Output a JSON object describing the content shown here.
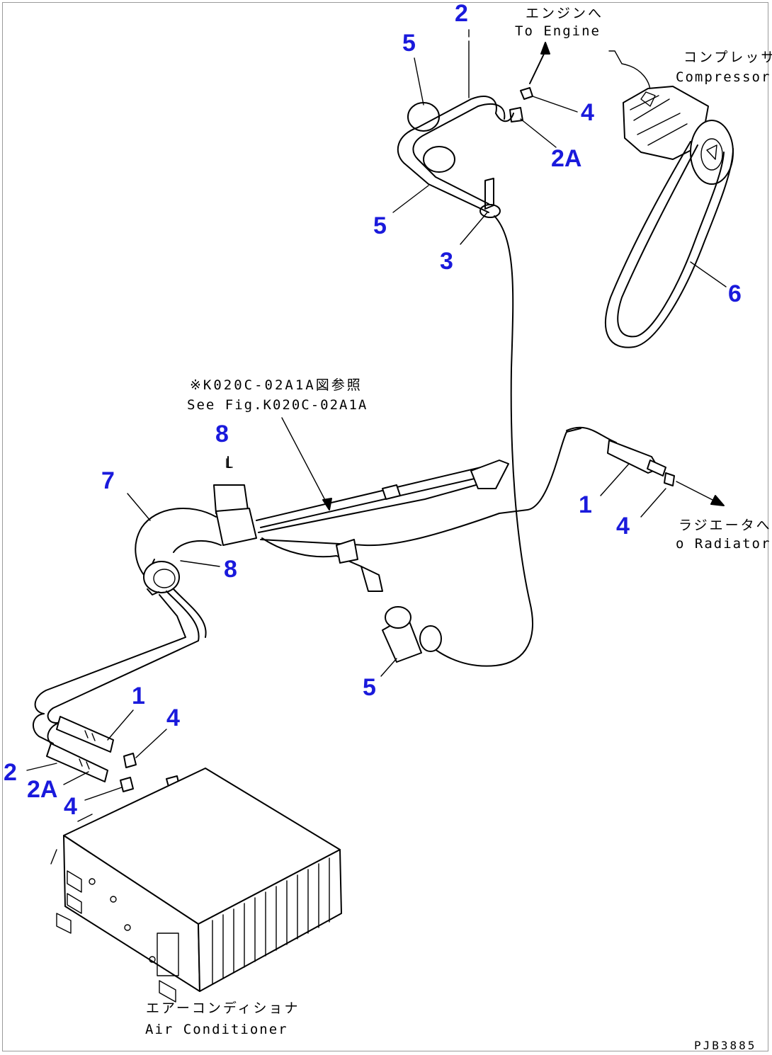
{
  "diagram": {
    "labels": {
      "engine_jp": "エンジンへ",
      "engine_en": "To Engine",
      "compressor_jp": "コンプレッサ",
      "compressor_en": "Compressor",
      "see_fig_jp": "※K020C-02A1A図参照",
      "see_fig_en": "See Fig.K020C-02A1A",
      "radiator_jp": "ラジエータへ",
      "radiator_en": "o Radiator",
      "aircon_jp": "エアーコンディショナ",
      "aircon_en": "Air Conditioner",
      "drawing_code": "PJB3885"
    },
    "callouts": {
      "c2_top": "2",
      "c5_top": "5",
      "c4_top": "4",
      "c2a_top": "2A",
      "c5_mid": "5",
      "c3": "3",
      "c6": "6",
      "c8_top": "8",
      "c7": "7",
      "c8_mid": "8",
      "c1_right": "1",
      "c4_right": "4",
      "c5_bottom": "5",
      "c1_left": "1",
      "c4_left_top": "4",
      "c2_left": "2",
      "c2a_left": "2A",
      "c4_left_bottom": "4"
    },
    "colors": {
      "callout": "#1a1adc",
      "line": "#000000"
    }
  }
}
